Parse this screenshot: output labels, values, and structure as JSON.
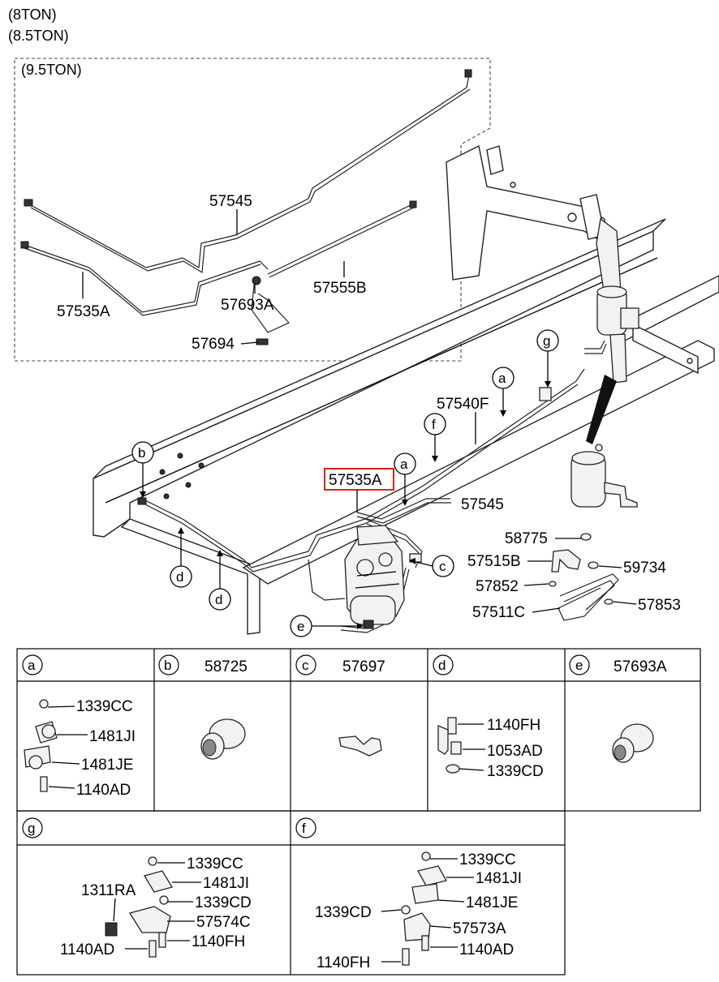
{
  "headers": {
    "ton_8": "(8TON)",
    "ton_85": "(8.5TON)",
    "ton_95": "(9.5TON)"
  },
  "callouts": {
    "a1": "a",
    "a2": "a",
    "b": "b",
    "c": "c",
    "d1": "d",
    "d2": "d",
    "e": "e",
    "f": "f",
    "g": "g"
  },
  "main_labels": {
    "p57545_top": "57545",
    "p57555B": "57555B",
    "p57535A_top": "57535A",
    "p57693A": "57693A",
    "p57694": "57694",
    "p57540F": "57540F",
    "p57535A_highlight": "57535A",
    "p57545_mid": "57545",
    "p58775": "58775",
    "p57515B": "57515B",
    "p59734": "59734",
    "p57852": "57852",
    "p57511C": "57511C",
    "p57853": "57853"
  },
  "highlight_color": "#e02020",
  "table": {
    "a": {
      "letter": "a",
      "part": "",
      "labels": [
        "1339CC",
        "1481JI",
        "1481JE",
        "1140AD"
      ]
    },
    "b": {
      "letter": "b",
      "part": "58725"
    },
    "c": {
      "letter": "c",
      "part": "57697"
    },
    "d": {
      "letter": "d",
      "part": "",
      "labels": [
        "1140FH",
        "1053AD",
        "1339CD"
      ]
    },
    "e": {
      "letter": "e",
      "part": "57693A"
    },
    "g": {
      "letter": "g",
      "part": "",
      "labels": [
        "1339CC",
        "1481JI",
        "1311RA",
        "1339CD",
        "57574C",
        "1140AD",
        "1140FH"
      ]
    },
    "f": {
      "letter": "f",
      "part": "",
      "labels": [
        "1339CC",
        "1481JI",
        "1481JE",
        "1339CD",
        "57573A",
        "1140AD",
        "1140FH"
      ]
    }
  }
}
